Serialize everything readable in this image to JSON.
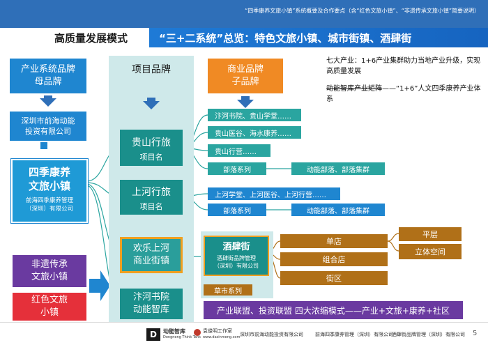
{
  "header": {
    "top_note": "“四季康养文旅小镇”系统概要及合作要点（含“红色文旅小镇”、“非遗传承文旅小镇”简要说明）",
    "section_title": "高质量发展模式",
    "banner": "“三+二系统”总览：特色文旅小镇、城市街镇、酒肆街"
  },
  "left_column": {
    "industry_brand": "产业系统品牌\n母品牌",
    "company": "深圳市前海动能\n投资有限公司",
    "town_title": "四季康养\n文旅小镇",
    "town_sub": "前海四季康养管理\n（深圳）有限公司",
    "heritage": "非遗传承\n文旅小镇",
    "red": "红色文旅\n小镇"
  },
  "project_column": {
    "header": "项目品牌",
    "guishan": "贵山行旅",
    "guishan_sub": "项目名",
    "shanghe": "上河行旅",
    "shanghe_sub": "项目名",
    "huanle": "欢乐上河\n商业街镇",
    "bianhe": "汴河书院\n动能智库"
  },
  "commercial_column": {
    "header": "商业品牌\n子品牌"
  },
  "guishan_items": [
    "汴河书院、贵山学堂……",
    "贵山医谷、海水康养……",
    "贵山行营……",
    "部落系列"
  ],
  "guishan_tribe": "动能部落、部落集群",
  "shanghe_items": [
    "上河学堂、上河医谷、上河行营……",
    "部落系列"
  ],
  "shanghe_tribe": "动能部落、部落集群",
  "jiusi": {
    "title": "酒肆街",
    "sub": "酒肆街品牌管理\n（深圳）有限公司",
    "items": [
      "单店",
      "组合店",
      "街区"
    ],
    "shop_types": [
      "平层",
      "立体空间"
    ],
    "caoshi": "草市系列"
  },
  "bottom_bar": "产业联盟、投资联盟    四大浓缩模式——产业+文旅+康养+社区",
  "notes": {
    "n1": "七大产业：1+6产业集群助力当地产业升级，实现高质量发展",
    "n2_a": "动能智库产业矩阵",
    "n2_b": "——“1+6”人文四季康养产业体系"
  },
  "footer": {
    "logo1": "动能智库",
    "logo1_en": "Dongneng Think Tank",
    "logo2": "袁俊明工作室",
    "logo2_url": "www.dasinmeng.com",
    "f1": "深圳市前海动能投资有限公司",
    "f2": "前海四季康养管理（深圳）有限公司",
    "f3": "酒肆街品牌管理（深圳）有限公司",
    "page": "5"
  },
  "colors": {
    "blue": "#1f86d0",
    "orange": "#f08a24",
    "teal": "#2aa5a0",
    "brown": "#b07018",
    "purple": "#6a3aa0",
    "red": "#e5303a"
  }
}
